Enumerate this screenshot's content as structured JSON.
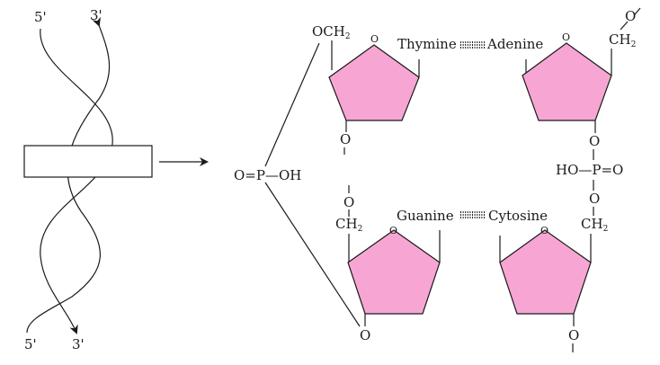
{
  "helix": {
    "top_left": "5'",
    "top_right": "3'",
    "bottom_left": "5'",
    "bottom_right": "3'"
  },
  "backbone": {
    "phosphate_left": "O=P—OH",
    "phosphate_right": "HO—P=O",
    "och2": "OCH",
    "ch2": "CH",
    "two": "2",
    "o": "O"
  },
  "bases": {
    "thymine": "Thymine",
    "adenine": "Adenine",
    "guanine": "Guanine",
    "cytosine": "Cytosine"
  },
  "colors": {
    "sugar": "#f7a6d3",
    "line": "#1a1a1a"
  }
}
